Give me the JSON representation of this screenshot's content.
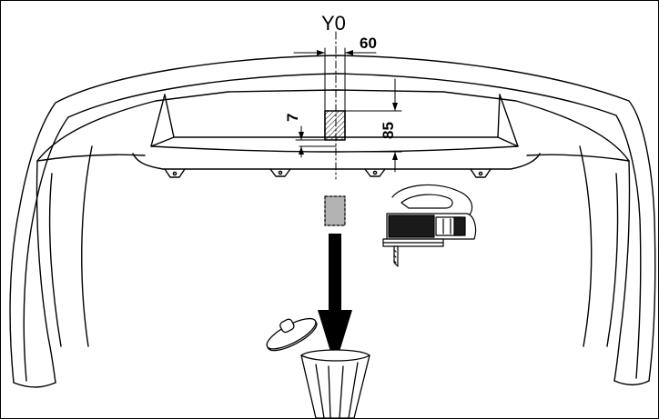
{
  "diagram": {
    "axis_label": "Y0",
    "dim_width": "60",
    "dim_offset": "7",
    "dim_height": "85",
    "colors": {
      "line": "#000000",
      "cutout_fill": "#b3b3b3",
      "tool_dark": "#1a1a1a"
    },
    "icons": [
      "bumper-outline",
      "jigsaw-icon",
      "down-arrow-icon",
      "trash-bin-icon"
    ]
  }
}
